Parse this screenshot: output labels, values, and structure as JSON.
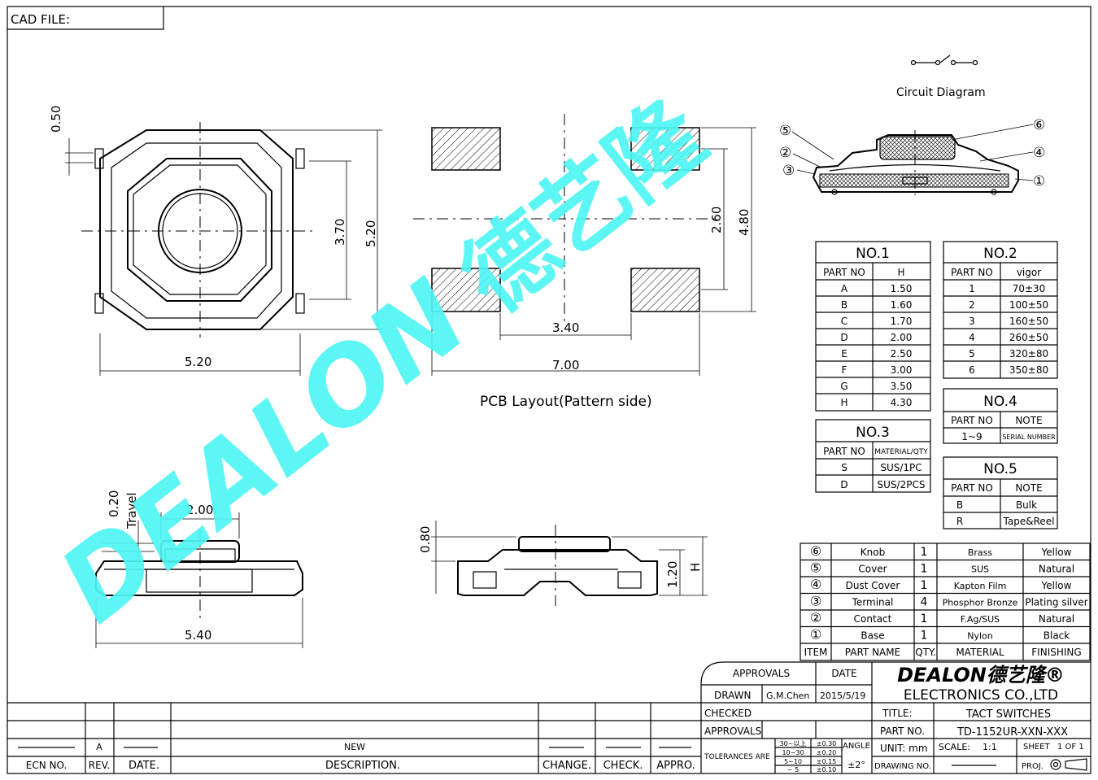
{
  "header": {
    "cad_file": "CAD FILE:"
  },
  "circuit": {
    "title": "Circuit Diagram"
  },
  "top_view": {
    "dim_050": "0.50",
    "dim_370": "3.70",
    "dim_520v": "5.20",
    "dim_520h": "5.20"
  },
  "pcb": {
    "dim_260": "2.60",
    "dim_480": "4.80",
    "dim_340": "3.40",
    "dim_700": "7.00",
    "title": "PCB Layout(Pattern side)"
  },
  "side_view": {
    "dim_020": "0.20",
    "travel": "Travel",
    "dim_200": "2.00",
    "dim_540": "5.40"
  },
  "front_view": {
    "dim_080": "0.80",
    "dim_120": "1.20",
    "h": "H"
  },
  "callouts": [
    "⑤",
    "②",
    "③",
    "⑥",
    "④",
    "①"
  ],
  "watermark": {
    "latin": "DEALON",
    "cjk": "德艺隆"
  },
  "no1": {
    "title": "NO.1",
    "headers": [
      "PART NO",
      "H"
    ],
    "rows": [
      [
        "A",
        "1.50"
      ],
      [
        "B",
        "1.60"
      ],
      [
        "C",
        "1.70"
      ],
      [
        "D",
        "2.00"
      ],
      [
        "E",
        "2.50"
      ],
      [
        "F",
        "3.00"
      ],
      [
        "G",
        "3.50"
      ],
      [
        "H",
        "4.30"
      ]
    ]
  },
  "no2": {
    "title": "NO.2",
    "headers": [
      "PART NO",
      "vigor"
    ],
    "rows": [
      [
        "1",
        "70±30"
      ],
      [
        "2",
        "100±50"
      ],
      [
        "3",
        "160±50"
      ],
      [
        "4",
        "260±50"
      ],
      [
        "5",
        "320±80"
      ],
      [
        "6",
        "350±80"
      ]
    ]
  },
  "no3": {
    "title": "NO.3",
    "headers": [
      "PART NO",
      "MATERIAL/QTY"
    ],
    "rows": [
      [
        "S",
        "SUS/1PC"
      ],
      [
        "D",
        "SUS/2PCS"
      ]
    ]
  },
  "no4": {
    "title": "NO.4",
    "headers": [
      "PART NO",
      "NOTE"
    ],
    "rows": [
      [
        "1~9",
        "SERIAL NUMBER"
      ]
    ]
  },
  "no5": {
    "title": "NO.5",
    "headers": [
      "PART NO",
      "NOTE"
    ],
    "rows": [
      [
        "B",
        "Bulk"
      ],
      [
        "R",
        "Tape&Reel"
      ]
    ]
  },
  "bom": {
    "rows": [
      [
        "⑥",
        "Knob",
        "1",
        "Brass",
        "Yellow"
      ],
      [
        "⑤",
        "Cover",
        "1",
        "SUS",
        "Natural"
      ],
      [
        "④",
        "Dust Cover",
        "1",
        "Kapton Film",
        "Yellow"
      ],
      [
        "③",
        "Terminal",
        "4",
        "Phosphor Bronze",
        "Plating silver"
      ],
      [
        "②",
        "Contact",
        "1",
        "F.Ag/SUS",
        "Natural"
      ],
      [
        "①",
        "Base",
        "1",
        "Nylon",
        "Black"
      ]
    ],
    "headers": [
      "ITEM",
      "PART NAME",
      "QTY.",
      "MATERIAL",
      "FINISHING"
    ]
  },
  "titleblock": {
    "approvals": "APPROVALS",
    "date": "DATE",
    "drawn": "DRAWN",
    "drawn_by": "G.M.Chen",
    "drawn_date": "2015/5/19",
    "checked": "CHECKED",
    "approvals2": "APPROVALS",
    "logo": "DEALON德艺隆®",
    "company": "ELECTRONICS CO.,LTD",
    "title_label": "TITLE:",
    "title": "TACT SWITCHES",
    "partno_label": "PART NO.",
    "partno": "TD-1152UR-XXN-XXX",
    "unit": "UNIT: mm",
    "scale": "SCALE:",
    "scale_val": "1:1",
    "sheet": "SHEET",
    "sheet_val": "1 OF 1",
    "tolerances": "TOLERANCES ARE",
    "tol_ranges": [
      "30~以上",
      "10~30",
      "5~10",
      "~ 5"
    ],
    "tol_vals": [
      "±0.30",
      "±0.20",
      "±0.15",
      "±0.10"
    ],
    "angle": "ANGLE",
    "angle_val": "±2°",
    "drawing_no": "DRAWING NO.",
    "proj": "PROJ."
  },
  "revision": {
    "rev": "A",
    "new": "NEW",
    "headers": [
      "ECN NO.",
      "REV.",
      "DATE.",
      "DESCRIPTION.",
      "CHANGE.",
      "CHECK.",
      "APPRO."
    ]
  }
}
